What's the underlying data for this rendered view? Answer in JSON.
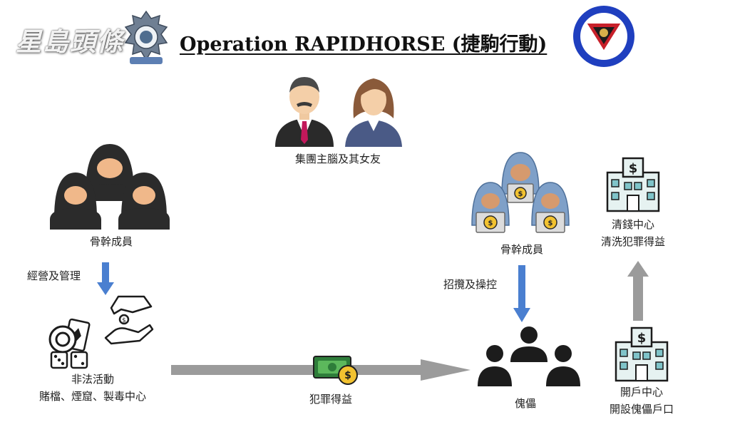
{
  "header": {
    "title_en": "Operation RAPIDHORSE (",
    "title_zh": "捷駒行動",
    "title_close": ")",
    "watermark": "星島頭條"
  },
  "nodes": {
    "mastermind": "集團主腦及其女友",
    "core_left": "骨幹成員",
    "core_right": "骨幹成員",
    "illegal_title": "非法活動",
    "illegal_detail": "賭檔、煙窟、製毒中心",
    "puppets": "傀儡",
    "launder_title": "清錢中心",
    "launder_detail": "清洗犯罪得益",
    "account_title": "開戶中心",
    "account_detail": "開設傀儡戶口"
  },
  "edges": {
    "manage": "經營及管理",
    "recruit": "招攬及操控",
    "proceeds": "犯罪得益"
  },
  "colors": {
    "blue_arrow": "#4a7fd0",
    "gray_arrow": "#9b9b9b",
    "dark_figure": "#2b2b2b",
    "hood_blue": "#7fa0c8",
    "money_green": "#3a9a4a",
    "coin_gold": "#f2c230"
  },
  "icons": [
    "police-emblem-icon",
    "customs-emblem-icon",
    "businessman-icon",
    "woman-icon",
    "hooded-member-icon",
    "gambling-icon",
    "bribe-hand-icon",
    "cash-icon",
    "person-icon",
    "bank-building-icon"
  ]
}
